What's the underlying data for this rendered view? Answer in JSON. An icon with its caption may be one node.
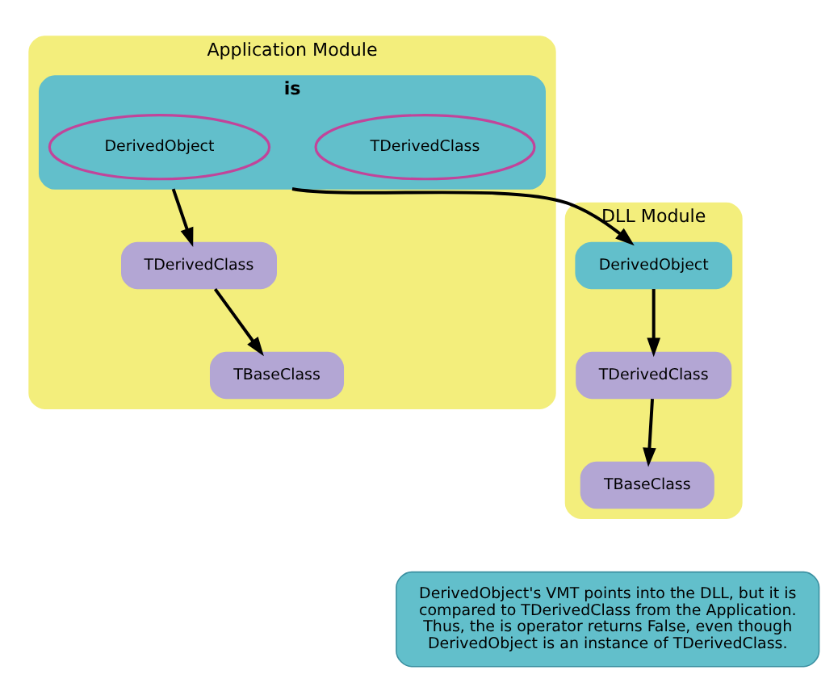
{
  "diagram": {
    "nodes": [
      {
        "text": [
          "Application Module"
        ]
      },
      {
        "text": [
          "is"
        ],
        "in": 0
      },
      {
        "text": [
          "DerivedObject"
        ],
        "in": 1
      },
      {
        "text": [
          "TDerivedClass"
        ],
        "in": 1
      },
      {
        "text": [
          "TDerivedClass"
        ],
        "in": 0
      },
      {
        "text": [
          "TBaseClass"
        ],
        "in": 0
      },
      {
        "text": [
          "DLL Module"
        ]
      },
      {
        "text": [
          "DerivedObject"
        ],
        "in": 6
      },
      {
        "text": [
          "TDerivedClass"
        ],
        "in": 6
      },
      {
        "text": [
          "TBaseClass"
        ],
        "in": 6
      },
      {
        "text": [
          "DerivedObject's VMT points into the DLL, but it is compared to TDerivedClass from the Application. Thus, the is operator returns False, even though DerivedObject is an instance of TDerivedClass."
        ]
      }
    ],
    "edges": [
      {
        "from": 1,
        "to": 7,
        "arrow": "to"
      },
      {
        "from": 1,
        "to": 4,
        "arrow": "to"
      },
      {
        "from": 4,
        "to": 5,
        "arrow": "to"
      },
      {
        "from": 7,
        "to": 8,
        "arrow": "to"
      },
      {
        "from": 8,
        "to": 9,
        "arrow": "to"
      }
    ]
  }
}
